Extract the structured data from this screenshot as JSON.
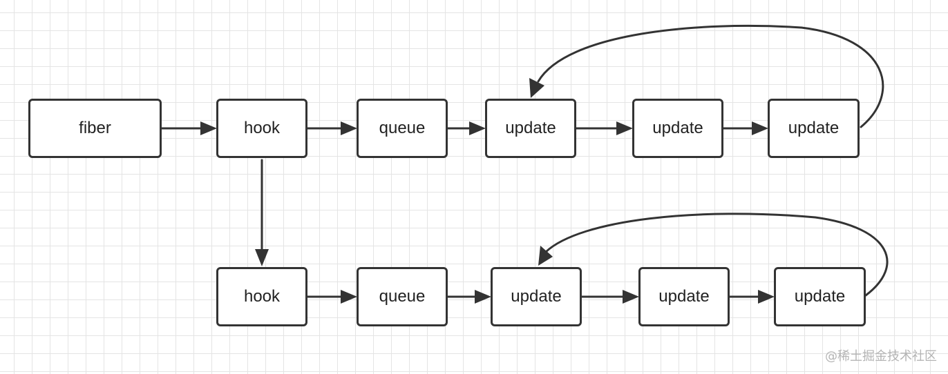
{
  "diagram": {
    "colors": {
      "stroke": "#333333",
      "node_fill": "#ffffff",
      "text": "#222222",
      "grid": "#e4e4e4"
    },
    "nodes": {
      "fiber": "fiber",
      "hook_1": "hook",
      "queue_1": "queue",
      "update_1a": "update",
      "update_1b": "update",
      "update_1c": "update",
      "hook_2": "hook",
      "queue_2": "queue",
      "update_2a": "update",
      "update_2b": "update",
      "update_2c": "update"
    },
    "edges": [
      {
        "from": "fiber",
        "to": "hook_1"
      },
      {
        "from": "hook_1",
        "to": "queue_1"
      },
      {
        "from": "queue_1",
        "to": "update_1a"
      },
      {
        "from": "update_1a",
        "to": "update_1b"
      },
      {
        "from": "update_1b",
        "to": "update_1c"
      },
      {
        "from": "update_1c",
        "to": "update_1a",
        "style": "curved"
      },
      {
        "from": "hook_1",
        "to": "hook_2"
      },
      {
        "from": "hook_2",
        "to": "queue_2"
      },
      {
        "from": "queue_2",
        "to": "update_2a"
      },
      {
        "from": "update_2a",
        "to": "update_2b"
      },
      {
        "from": "update_2b",
        "to": "update_2c"
      },
      {
        "from": "update_2c",
        "to": "update_2a",
        "style": "curved"
      }
    ]
  },
  "watermark": "@稀土掘金技术社区"
}
